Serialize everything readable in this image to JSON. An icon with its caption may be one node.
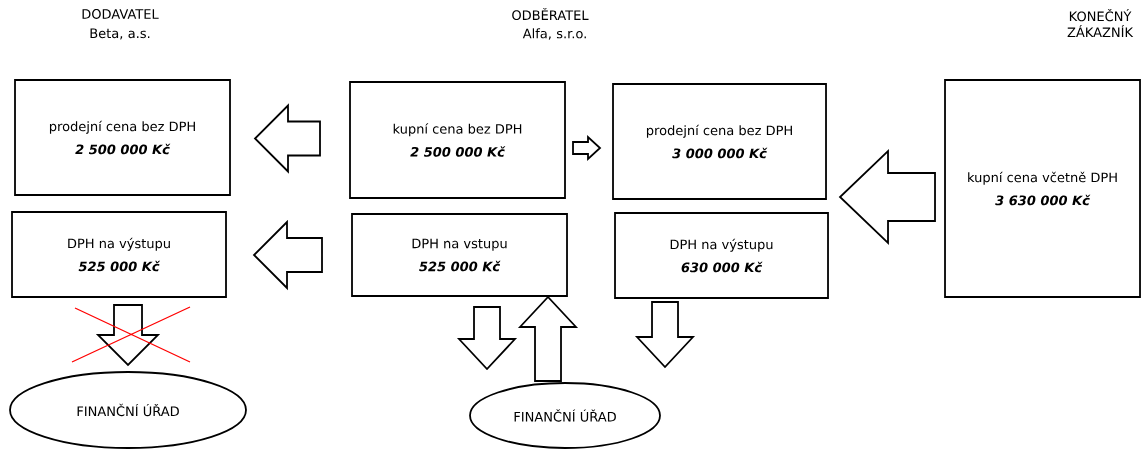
{
  "diagram": {
    "nodes": [
      {
        "text": [
          "prodejní cena bez DPH",
          "2 500 000 Kč"
        ]
      },
      {
        "text": [
          "DPH na výstupu",
          "525 000 Kč"
        ]
      },
      {
        "text": [
          "kupní cena bez DPH",
          "2 500 000 Kč"
        ]
      },
      {
        "text": [
          "DPH na vstupu",
          "525 000 Kč"
        ]
      },
      {
        "text": [
          "prodejní cena bez DPH",
          "3 000 000 Kč"
        ]
      },
      {
        "text": [
          "DPH na výstupu",
          "630 000 Kč"
        ]
      },
      {
        "text": [
          "kupní cena včetně DPH",
          "3 630 000 Kč"
        ]
      },
      {
        "text": [
          "FINANČNÍ ÚŘAD"
        ]
      },
      {
        "text": [
          "FINANČNÍ ÚŘAD"
        ]
      }
    ],
    "edges": [
      {
        "from": 2,
        "to": 0,
        "arrow": "to"
      },
      {
        "from": 3,
        "to": 1,
        "arrow": "to"
      },
      {
        "from": 2,
        "to": 4,
        "arrow": "to"
      },
      {
        "from": 6,
        "to": 4,
        "arrow": "to"
      },
      {
        "from": 1,
        "to": 7,
        "arrow": "to"
      },
      {
        "from": 3,
        "to": 8,
        "arrow": "to"
      },
      {
        "from": 8,
        "to": 3,
        "arrow": "to"
      },
      {
        "from": 5,
        "to": 8,
        "arrow": "to"
      }
    ],
    "labels": [
      "DODAVATEL",
      "Beta, a.s.",
      "ODBĚRATEL",
      "Alfa, s.r.o.",
      "KONEČNÝ ZÁKAZNÍK"
    ]
  }
}
